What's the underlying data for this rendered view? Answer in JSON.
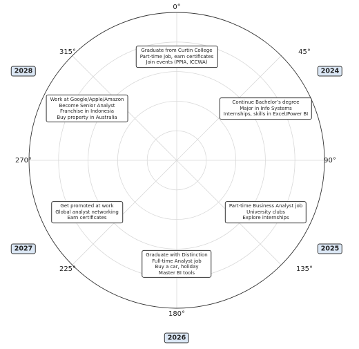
{
  "angle_labels": [
    "0°",
    "45°",
    "90°",
    "135°",
    "180°",
    "225°",
    "270°",
    "315°"
  ],
  "plans": [
    {
      "year": "2024",
      "lines": [
        "Continue Bachelor’s degree",
        "Major in Info Systems",
        "Internships, skills in Excel/Power BI"
      ]
    },
    {
      "year": "2025",
      "lines": [
        "Part-time Business Analyst job",
        "University clubs",
        "Explore internships"
      ]
    },
    {
      "year": "2026",
      "lines": [
        "Graduate with Distinction",
        "Full-time Analyst job",
        "Buy a car, holiday",
        "Master BI tools"
      ]
    },
    {
      "year": "2027",
      "lines": [
        "Get promoted at work",
        "Global analyst networking",
        "Earn certificates"
      ]
    },
    {
      "year": "2028",
      "lines": [
        "Work at Google/Apple/Amazon",
        "Become Senior Analyst",
        "Franchise in Indonesia",
        "Buy property in Australia"
      ]
    },
    {
      "year": "",
      "lines": [
        "Graduate from Curtin College",
        "Part-time job, earn certificates",
        "Join events (PPIA, ICCWA)"
      ]
    }
  ]
}
